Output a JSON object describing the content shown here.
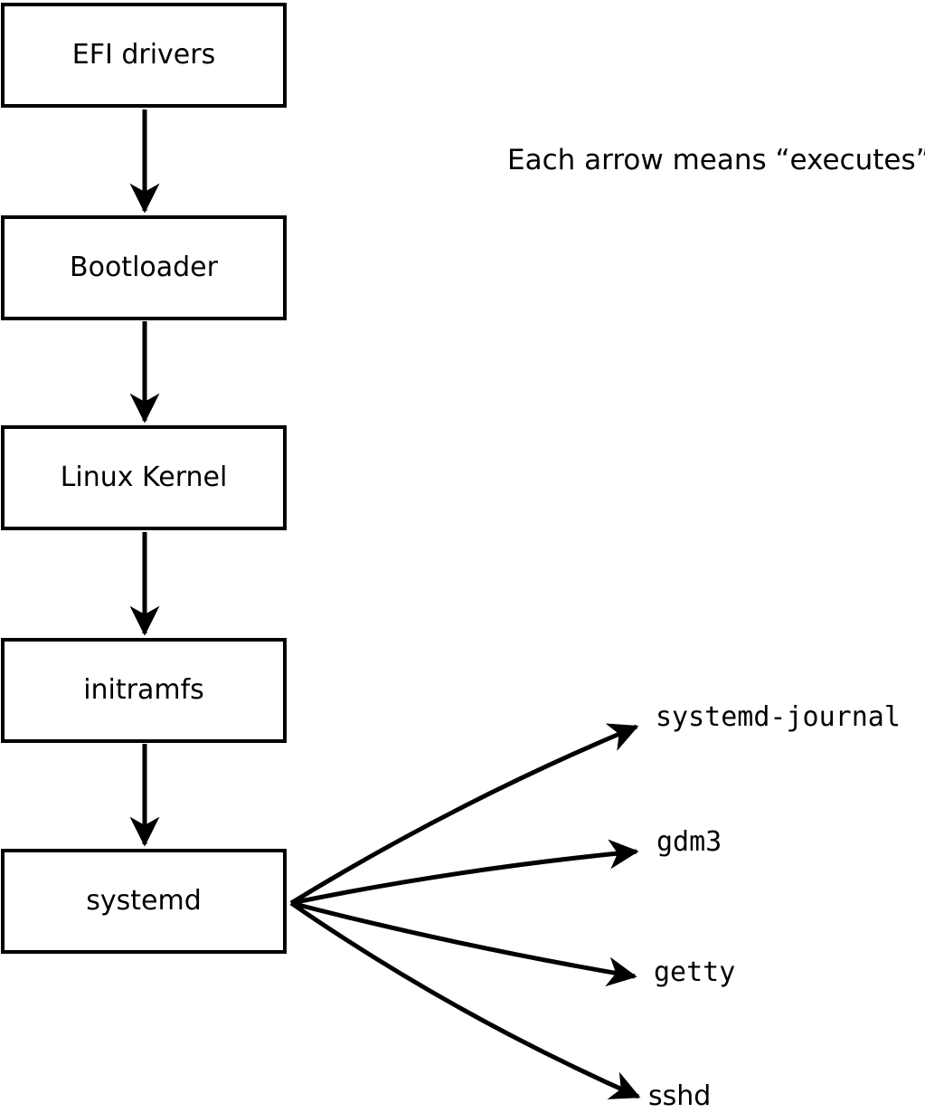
{
  "diagram": {
    "caption": "Each arrow means “executes”.",
    "chain": [
      {
        "label": "EFI drivers"
      },
      {
        "label": "Bootloader"
      },
      {
        "label": "Linux Kernel"
      },
      {
        "label": "initramfs"
      },
      {
        "label": "systemd"
      }
    ],
    "spawned": [
      {
        "label": "systemd-journal"
      },
      {
        "label": "gdm3"
      },
      {
        "label": "getty"
      },
      {
        "label": "sshd"
      }
    ],
    "arrow_meaning": "executes",
    "colors": {
      "line": "#000000",
      "box_fill": "#ffffff",
      "text": "#000000",
      "background": "#ffffff"
    }
  }
}
